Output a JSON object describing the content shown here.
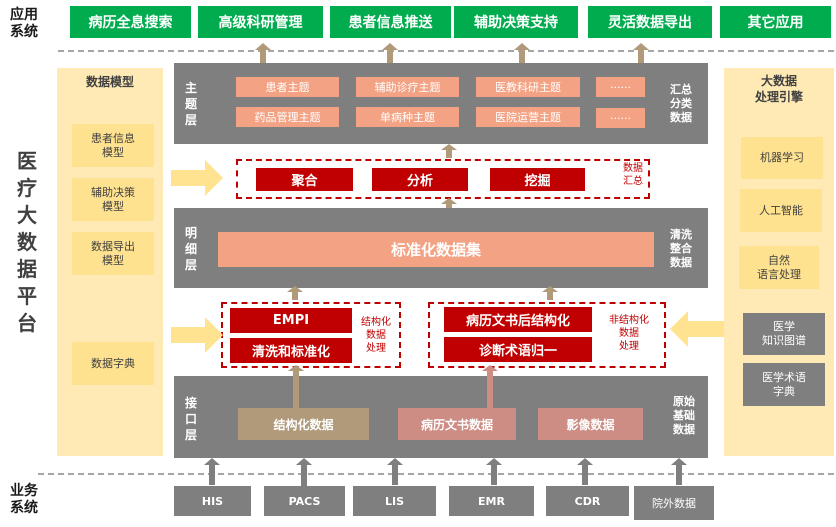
{
  "labels": {
    "app_system": "应用\n系统",
    "biz_system": "业务\n系统",
    "platform_title": "医疗大数据平台"
  },
  "applications": [
    "病历全息搜索",
    "高级科研管理",
    "患者信息推送",
    "辅助决策支持",
    "灵活数据导出",
    "其它应用"
  ],
  "topic_layer": {
    "label": "主\n题\n层",
    "note": "汇总\n分类\n数据",
    "topics_row1": [
      "患者主题",
      "辅助诊疗主题",
      "医教科研主题",
      "······"
    ],
    "topics_row2": [
      "药品管理主题",
      "单病种主题",
      "医院运营主题",
      "······"
    ]
  },
  "aggregation": {
    "items": [
      "聚合",
      "分析",
      "挖掘"
    ],
    "note": "数据\n汇总"
  },
  "detail_layer": {
    "label": "明\n细\n层",
    "dataset": "标准化数据集",
    "note": "清洗\n整合\n数据"
  },
  "structured_processing": {
    "items": [
      "EMPI",
      "清洗和标准化"
    ],
    "note": "结构化\n数据\n处理"
  },
  "unstructured_processing": {
    "items": [
      "病历文书后结构化",
      "诊断术语归一"
    ],
    "note": "非结构化\n数据\n处理"
  },
  "interface_layer": {
    "label": "接\n口\n层",
    "sources": [
      "结构化数据",
      "病历文书数据",
      "影像数据"
    ],
    "note": "原始\n基础\n数据"
  },
  "data_model_panel": {
    "title": "数据模型",
    "items": [
      "患者信息\n模型",
      "辅助决策\n模型",
      "数据导出\n模型",
      "数据字典"
    ]
  },
  "engine_panel": {
    "title": "大数据\n处理引擎",
    "items": [
      "机器学习",
      "人工智能",
      "自然\n语言处理"
    ],
    "knowledge_items": [
      "医学\n知识图谱",
      "医学术语\n字典"
    ]
  },
  "business_systems": [
    "HIS",
    "PACS",
    "LIS",
    "EMR",
    "CDR",
    "院外数据"
  ],
  "colors": {
    "app_green": "#00ac4e",
    "layer_gray": "#7f7f7f",
    "topic_salmon": "#f4a284",
    "process_red": "#c00000",
    "panel_yellow": "#ffeab5",
    "item_yellow": "#ffe28f",
    "arrow_tan": "#b09a7a",
    "arrow_pink": "#cd8c84"
  }
}
